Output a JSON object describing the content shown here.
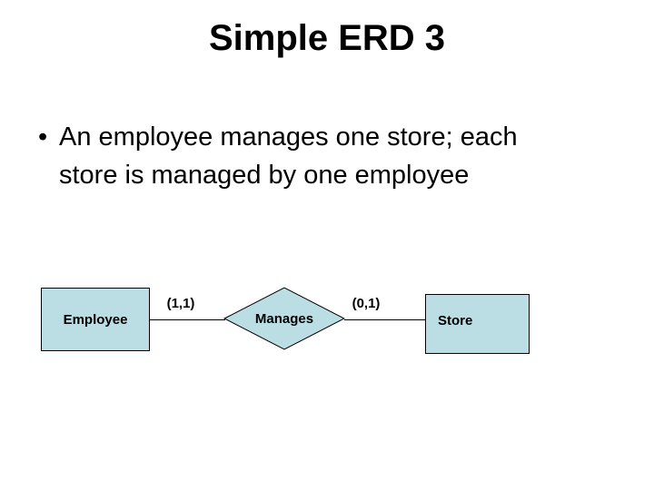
{
  "slide": {
    "title": "Simple ERD 3",
    "bullet": {
      "marker": "•",
      "line1": "An employee manages one store; each",
      "line2": "store is managed by one employee"
    }
  },
  "diagram": {
    "entities": [
      {
        "label": "Employee"
      },
      {
        "label": "Store"
      }
    ],
    "relationship": {
      "label": "Manages"
    },
    "cardinalities": [
      {
        "label": "(1,1)"
      },
      {
        "label": "(0,1)"
      }
    ],
    "colors": {
      "background": "#ffffff",
      "text": "#000000",
      "shape_fill": "#badee4",
      "shape_border": "#000000"
    }
  }
}
